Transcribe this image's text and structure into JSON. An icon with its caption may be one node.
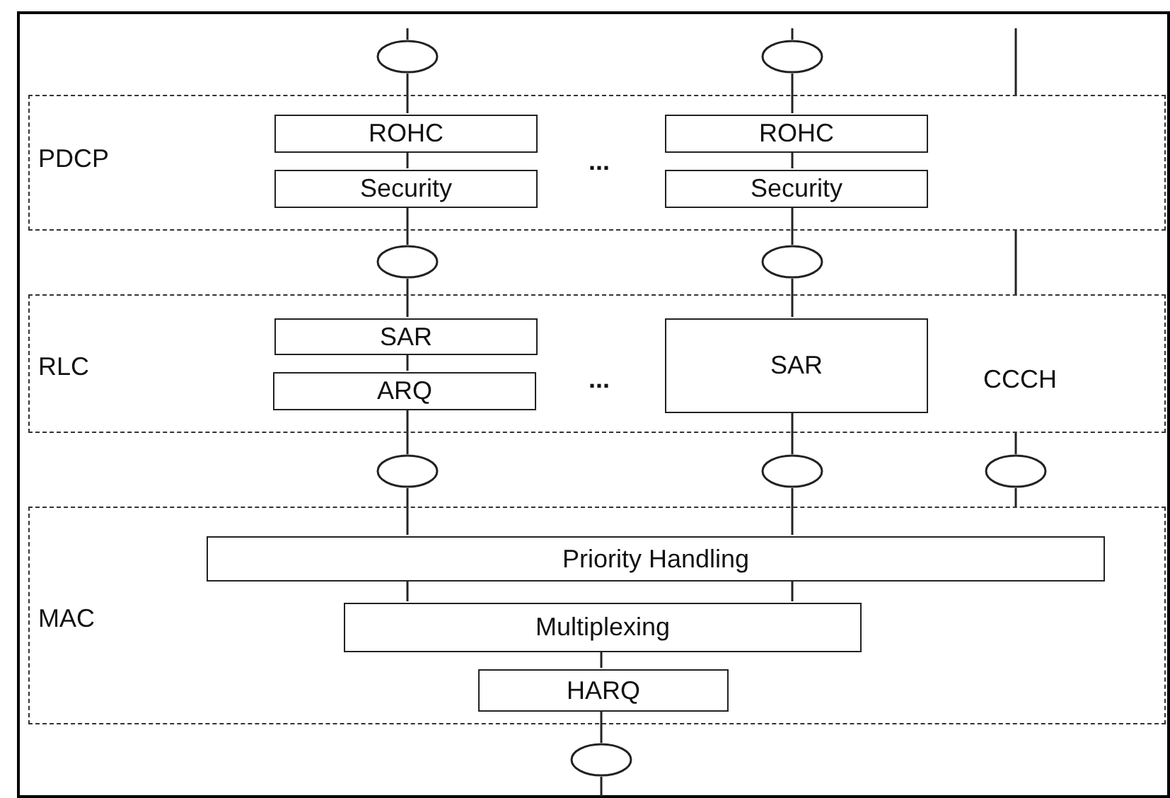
{
  "diagram": {
    "nodes": [
      {
        "text": [
          "PDCP"
        ]
      },
      {
        "text": [
          "ROHC"
        ],
        "in": 0
      },
      {
        "text": [
          "Security"
        ],
        "in": 0
      },
      {
        "text": [
          "ROHC"
        ],
        "in": 0
      },
      {
        "text": [
          "Security"
        ],
        "in": 0
      },
      {
        "text": [
          "RLC"
        ]
      },
      {
        "text": [
          "SAR"
        ],
        "in": 5
      },
      {
        "text": [
          "ARQ"
        ],
        "in": 5
      },
      {
        "text": [
          "SAR"
        ],
        "in": 5
      },
      {
        "text": [
          "MAC"
        ]
      },
      {
        "text": [
          "Priority Handling"
        ],
        "in": 9
      },
      {
        "text": [
          "Multiplexing"
        ],
        "in": 9
      },
      {
        "text": [
          "HARQ"
        ],
        "in": 9
      },
      {
        "text": [],
        "shape": "ellipse"
      },
      {
        "text": [],
        "shape": "ellipse"
      },
      {
        "text": [],
        "shape": "ellipse"
      },
      {
        "text": [],
        "shape": "ellipse"
      },
      {
        "text": [],
        "shape": "ellipse"
      },
      {
        "text": [],
        "shape": "ellipse"
      },
      {
        "text": [],
        "shape": "ellipse"
      },
      {
        "text": [],
        "shape": "ellipse"
      }
    ],
    "edges": [
      {
        "from": null,
        "to": 13,
        "arrow": "none"
      },
      {
        "from": 13,
        "to": 1,
        "arrow": "none"
      },
      {
        "from": 1,
        "to": 2,
        "arrow": "none"
      },
      {
        "from": 2,
        "to": 15,
        "arrow": "none"
      },
      {
        "from": 15,
        "to": 6,
        "arrow": "none"
      },
      {
        "from": 6,
        "to": 7,
        "arrow": "none"
      },
      {
        "from": 7,
        "to": 17,
        "arrow": "none"
      },
      {
        "from": 17,
        "to": 10,
        "arrow": "none"
      },
      {
        "from": null,
        "to": 14,
        "arrow": "none"
      },
      {
        "from": 14,
        "to": 3,
        "arrow": "none"
      },
      {
        "from": 3,
        "to": 4,
        "arrow": "none"
      },
      {
        "from": 4,
        "to": 16,
        "arrow": "none"
      },
      {
        "from": 16,
        "to": 8,
        "arrow": "none"
      },
      {
        "from": 8,
        "to": 18,
        "arrow": "none"
      },
      {
        "from": 18,
        "to": 10,
        "arrow": "none"
      },
      {
        "from": 5,
        "to": 19,
        "arrow": "none"
      },
      {
        "from": 19,
        "to": 9,
        "arrow": "none"
      },
      {
        "from": 10,
        "to": 11,
        "arrow": "none"
      },
      {
        "from": 10,
        "to": 11,
        "arrow": "none"
      },
      {
        "from": 11,
        "to": 12,
        "arrow": "none"
      },
      {
        "from": 12,
        "to": 20,
        "arrow": "none"
      },
      {
        "from": 20,
        "to": null,
        "arrow": "none"
      },
      {
        "from": null,
        "to": 0,
        "arrow": "none"
      },
      {
        "from": 0,
        "to": 5,
        "arrow": "none"
      }
    ],
    "labels": [
      "...",
      "...",
      "CCCH"
    ]
  }
}
